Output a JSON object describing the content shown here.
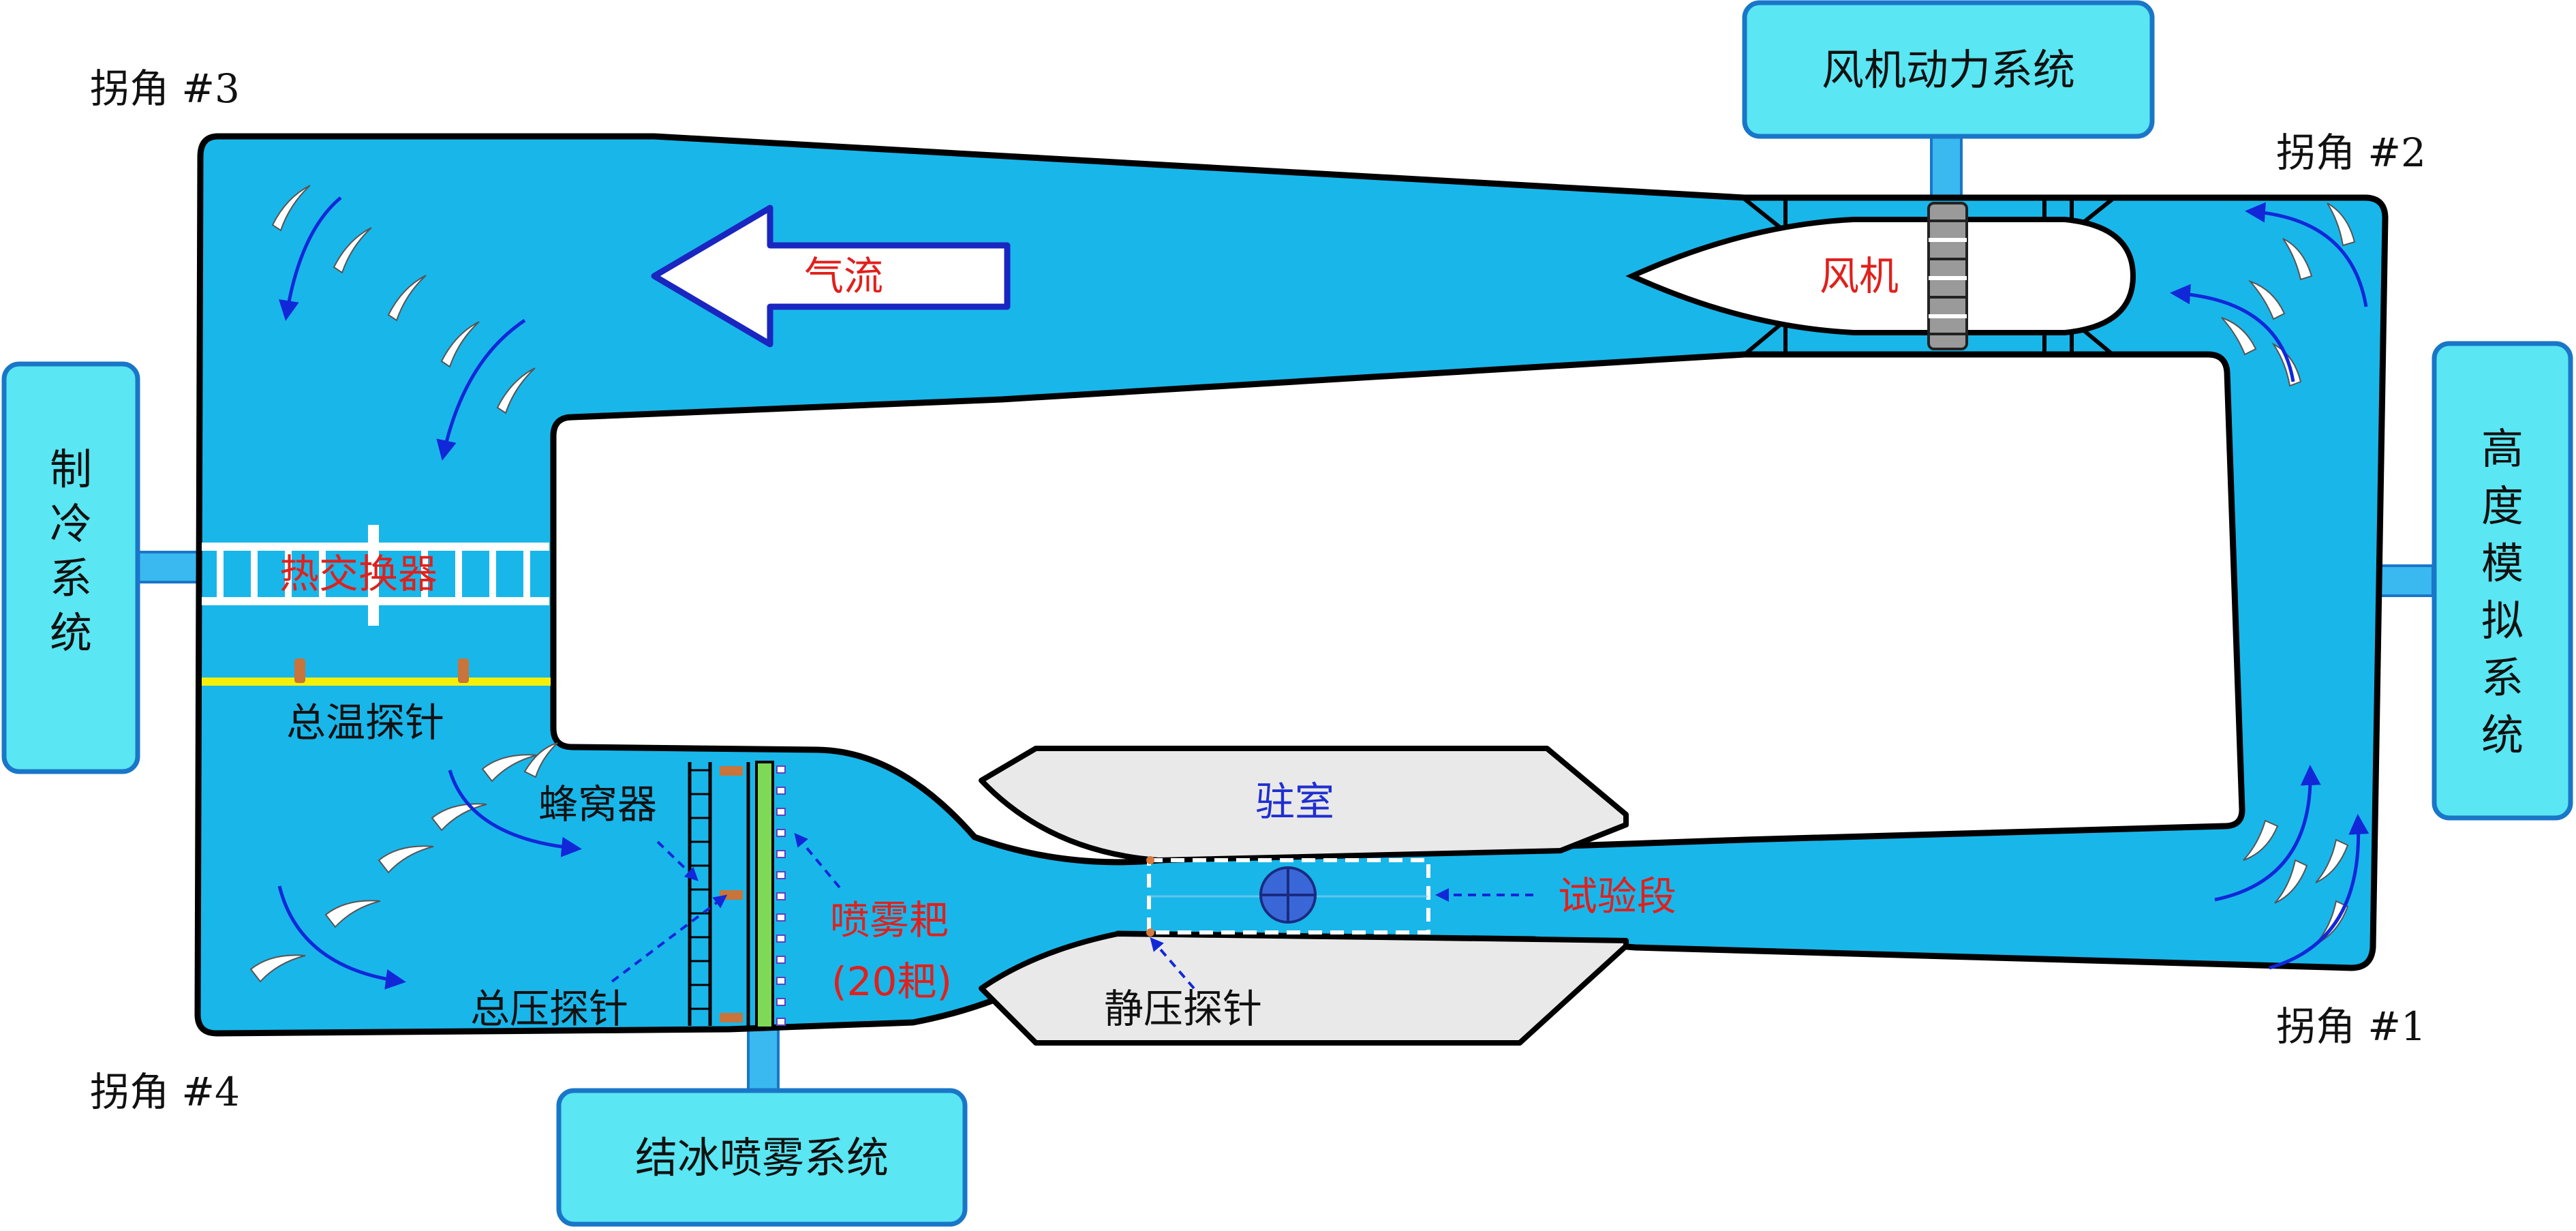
{
  "corners": {
    "c1": "拐角 #1",
    "c2": "拐角 #2",
    "c3": "拐角 #3",
    "c4": "拐角 #4"
  },
  "systems": {
    "fan_power": "风机动力系统",
    "refrigeration": "制冷系统",
    "altitude": "高度模拟系统",
    "icing_spray": "结冰喷雾系统"
  },
  "labels": {
    "airflow": "气流",
    "fan": "风机",
    "heat_exchanger": "热交换器",
    "total_temp_probe": "总温探针",
    "honeycomb": "蜂窝器",
    "total_pressure_probe": "总压探针",
    "spray_bar": "喷雾耙",
    "spray_bar_count": "(20耙)",
    "plenum": "驻室",
    "test_section": "试验段",
    "static_pressure_probe": "静压探针"
  },
  "colors": {
    "duct": "#19b6ea",
    "system_box": "#5ae6f2",
    "red_label": "#e0201c",
    "blue_label": "#1f2fd0"
  }
}
